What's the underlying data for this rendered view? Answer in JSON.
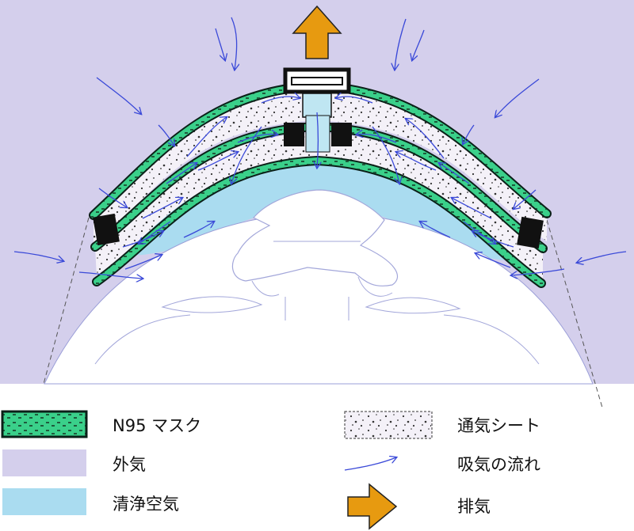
{
  "legend": {
    "n95_mask": "N95 マスク",
    "outside_air": "外気",
    "clean_air": "清浄空気",
    "breathable_sheet": "通気シート",
    "inhalation_flow": "吸気の流れ",
    "exhaust": "排気"
  },
  "colors": {
    "outside_air": "#d4cfec",
    "clean_air": "#aadcf0",
    "n95_mask": "#3ad08a",
    "mask_outline": "#0b2018",
    "sheet_fill": "#f4f1f8",
    "flow_arrow": "#3a49d8",
    "exhaust_arrow": "#e79a10",
    "valve": "#111111"
  },
  "icons": {
    "exhaust": "exhaust-arrow-icon",
    "flow": "flow-arrow-icon",
    "valve": "exhalation-valve-icon"
  }
}
